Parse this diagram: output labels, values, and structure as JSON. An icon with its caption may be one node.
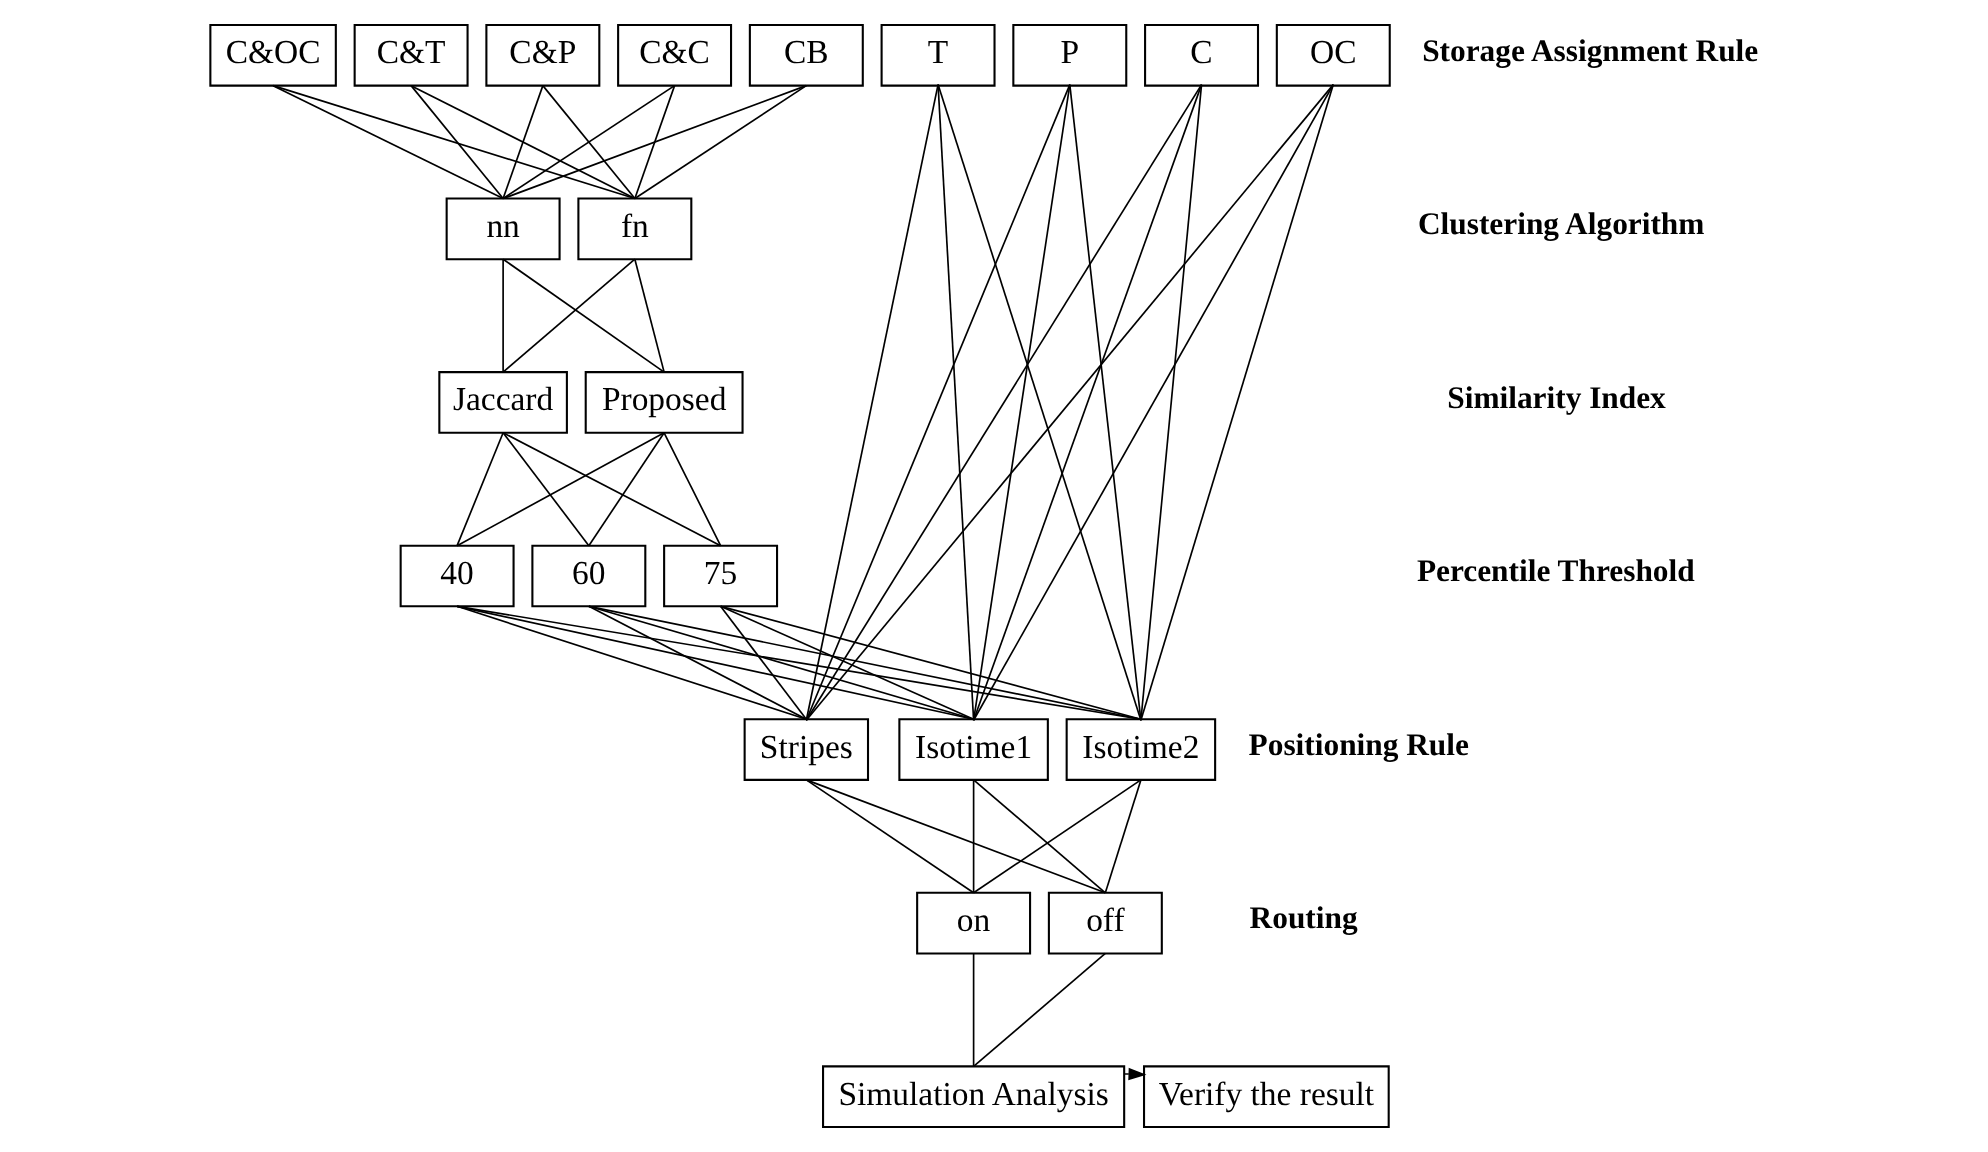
{
  "diagram": {
    "nodes": [
      {
        "text": [
          "C&OC"
        ]
      },
      {
        "text": [
          "C&T"
        ]
      },
      {
        "text": [
          "C&P"
        ]
      },
      {
        "text": [
          "C&C"
        ]
      },
      {
        "text": [
          "CB"
        ]
      },
      {
        "text": [
          "T"
        ]
      },
      {
        "text": [
          "P"
        ]
      },
      {
        "text": [
          "C"
        ]
      },
      {
        "text": [
          "OC"
        ]
      },
      {
        "text": [
          "nn"
        ]
      },
      {
        "text": [
          "fn"
        ]
      },
      {
        "text": [
          "Jaccard"
        ]
      },
      {
        "text": [
          "Proposed"
        ]
      },
      {
        "text": [
          "40"
        ]
      },
      {
        "text": [
          "60"
        ]
      },
      {
        "text": [
          "75"
        ]
      },
      {
        "text": [
          "Stripes"
        ]
      },
      {
        "text": [
          "Isotime1"
        ]
      },
      {
        "text": [
          "Isotime2"
        ]
      },
      {
        "text": [
          "on"
        ]
      },
      {
        "text": [
          "off"
        ]
      },
      {
        "text": [
          "Simulation Analysis"
        ]
      },
      {
        "text": [
          "Verify the result"
        ]
      }
    ],
    "edges": [
      {
        "from": 0,
        "to": 9,
        "arrow": "none"
      },
      {
        "from": 0,
        "to": 10,
        "arrow": "none"
      },
      {
        "from": 1,
        "to": 9,
        "arrow": "none"
      },
      {
        "from": 1,
        "to": 10,
        "arrow": "none"
      },
      {
        "from": 2,
        "to": 9,
        "arrow": "none"
      },
      {
        "from": 2,
        "to": 10,
        "arrow": "none"
      },
      {
        "from": 3,
        "to": 9,
        "arrow": "none"
      },
      {
        "from": 3,
        "to": 10,
        "arrow": "none"
      },
      {
        "from": 4,
        "to": 9,
        "arrow": "none"
      },
      {
        "from": 4,
        "to": 10,
        "arrow": "none"
      },
      {
        "from": 9,
        "to": 11,
        "arrow": "none"
      },
      {
        "from": 9,
        "to": 12,
        "arrow": "none"
      },
      {
        "from": 10,
        "to": 11,
        "arrow": "none"
      },
      {
        "from": 10,
        "to": 12,
        "arrow": "none"
      },
      {
        "from": 11,
        "to": 13,
        "arrow": "none"
      },
      {
        "from": 11,
        "to": 14,
        "arrow": "none"
      },
      {
        "from": 11,
        "to": 15,
        "arrow": "none"
      },
      {
        "from": 12,
        "to": 13,
        "arrow": "none"
      },
      {
        "from": 12,
        "to": 14,
        "arrow": "none"
      },
      {
        "from": 12,
        "to": 15,
        "arrow": "none"
      },
      {
        "from": 13,
        "to": 16,
        "arrow": "none"
      },
      {
        "from": 13,
        "to": 17,
        "arrow": "none"
      },
      {
        "from": 13,
        "to": 18,
        "arrow": "none"
      },
      {
        "from": 14,
        "to": 16,
        "arrow": "none"
      },
      {
        "from": 14,
        "to": 17,
        "arrow": "none"
      },
      {
        "from": 14,
        "to": 18,
        "arrow": "none"
      },
      {
        "from": 15,
        "to": 16,
        "arrow": "none"
      },
      {
        "from": 15,
        "to": 17,
        "arrow": "none"
      },
      {
        "from": 15,
        "to": 18,
        "arrow": "none"
      },
      {
        "from": 5,
        "to": 16,
        "arrow": "none"
      },
      {
        "from": 5,
        "to": 17,
        "arrow": "none"
      },
      {
        "from": 5,
        "to": 18,
        "arrow": "none"
      },
      {
        "from": 6,
        "to": 16,
        "arrow": "none"
      },
      {
        "from": 6,
        "to": 17,
        "arrow": "none"
      },
      {
        "from": 6,
        "to": 18,
        "arrow": "none"
      },
      {
        "from": 7,
        "to": 16,
        "arrow": "none"
      },
      {
        "from": 7,
        "to": 17,
        "arrow": "none"
      },
      {
        "from": 7,
        "to": 18,
        "arrow": "none"
      },
      {
        "from": 8,
        "to": 16,
        "arrow": "none"
      },
      {
        "from": 8,
        "to": 17,
        "arrow": "none"
      },
      {
        "from": 8,
        "to": 18,
        "arrow": "none"
      },
      {
        "from": 16,
        "to": 19,
        "arrow": "none"
      },
      {
        "from": 16,
        "to": 20,
        "arrow": "none"
      },
      {
        "from": 17,
        "to": 19,
        "arrow": "none"
      },
      {
        "from": 17,
        "to": 20,
        "arrow": "none"
      },
      {
        "from": 18,
        "to": 19,
        "arrow": "none"
      },
      {
        "from": 18,
        "to": 20,
        "arrow": "none"
      },
      {
        "from": 19,
        "to": 21,
        "arrow": "none"
      },
      {
        "from": 20,
        "to": 21,
        "arrow": "none"
      },
      {
        "from": 21,
        "to": 22,
        "arrow": "to"
      }
    ],
    "labels": [
      "Storage Assignment Rule",
      "Clustering Algorithm",
      "Similarity Index",
      "Percentile Threshold",
      "Positioning Rule",
      "Routing"
    ]
  }
}
